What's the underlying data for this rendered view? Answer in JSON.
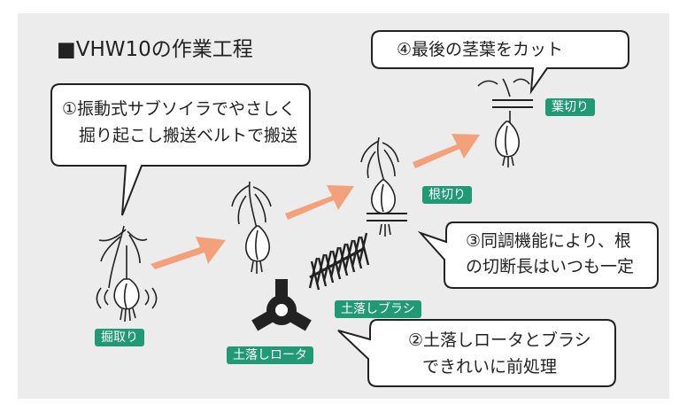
{
  "title": "■VHW10の作業工程",
  "bubbles": {
    "b1_line1": "①振動式サブソイラでやさしく",
    "b1_line2": "　掘り起こし搬送ベルトで搬送",
    "b2_line1": "②土落しロータとブラシ",
    "b2_line2": "できれいに前処理",
    "b3_line1": "③同調機能により、根",
    "b3_line2": "の切断長はいつも一定",
    "b4": "④最後の茎葉をカット"
  },
  "labels": {
    "dig": "掘取り",
    "rotor": "土落しロータ",
    "brush": "土落しブラシ",
    "root_cut": "根切り",
    "leaf_cut": "葉切り"
  },
  "colors": {
    "label_green": "#1f9a74",
    "arrow_orange": "#f4a07a",
    "panel_bg": "#ececec"
  }
}
